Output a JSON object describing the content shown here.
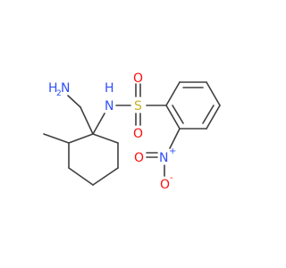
{
  "molecule": {
    "amine": {
      "symbol": "N",
      "h": "H",
      "h_count": "2"
    },
    "amide": {
      "symbol": "N",
      "h": "H"
    },
    "sulfur": {
      "symbol": "S"
    },
    "sulfonyl_oxygen_top": {
      "symbol": "O"
    },
    "sulfonyl_oxygen_bottom": {
      "symbol": "O"
    },
    "nitro_n": {
      "symbol": "N",
      "charge": "+"
    },
    "nitro_o_left": {
      "symbol": "O"
    },
    "nitro_o_bottom": {
      "symbol": "O",
      "charge": "-"
    }
  },
  "colors": {
    "bond": "#404040",
    "nitrogen": "#3050f8",
    "oxygen": "#ff0d0d",
    "sulfur": "#c8b020"
  }
}
